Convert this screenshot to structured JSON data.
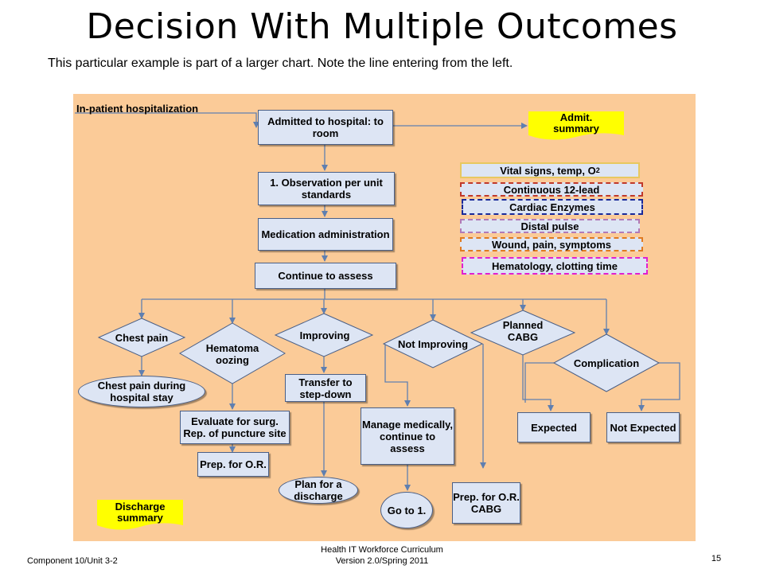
{
  "title": "Decision With Multiple Outcomes",
  "subtitle": "This particular example is part of a larger chart.  Note the line entering from the left.",
  "diagram": {
    "entry_label": "In-patient hospitalization",
    "nodes": {
      "admitted": "Admitted to hospital: to room",
      "observation": "1. Observation per unit standards",
      "medication": "Medication administration",
      "continue_assess": "Continue to assess",
      "chest_pain": "Chest pain",
      "hematoma": "Hematoma oozing",
      "improving": "Improving",
      "not_improving": "Not Improving",
      "planned_cabg": "Planned CABG",
      "complication": "Complication",
      "chest_pain_stay": "Chest pain during hospital stay",
      "evaluate": "Evaluate for surg. Rep. of puncture site",
      "prep_or": "Prep. for O.R.",
      "transfer": "Transfer to step-down",
      "plan_discharge": "Plan for a discharge",
      "manage": "Manage medically, continue to assess",
      "go_to": "Go to 1.",
      "prep_or_cabg": "Prep. for O.R. CABG",
      "expected": "Expected",
      "not_expected": "Not Expected"
    },
    "documents": {
      "admit_summary": "Admit. summary",
      "discharge_summary": "Discharge summary"
    },
    "legend": [
      {
        "label_main": "Vital signs, temp, O",
        "label_sub": "2",
        "border_color": "#e8c860",
        "border_style": "solid"
      },
      {
        "label_main": "Continuous 12-lead",
        "label_sub": "",
        "border_color": "#c0392b",
        "border_style": "dashed"
      },
      {
        "label_main": "Cardiac Enzymes",
        "label_sub": "",
        "border_color": "#1a2a9a",
        "border_style": "dashed"
      },
      {
        "label_main": "Distal pulse",
        "label_sub": "",
        "border_color": "#b07ab8",
        "border_style": "dashed"
      },
      {
        "label_main": "Wound, pain, symptoms",
        "label_sub": "",
        "border_color": "#e07a20",
        "border_style": "dashed"
      },
      {
        "label_main": "Hematology, clotting time",
        "label_sub": "",
        "border_color": "#e020d0",
        "border_style": "dashed"
      }
    ],
    "colors": {
      "background": "#fbcb98",
      "node_fill": "#dde5f4",
      "node_border": "#4a5f86",
      "connector": "#5f7fb0",
      "document_fill": "#ffff00"
    }
  },
  "footer": {
    "left": "Component 10/Unit 3-2",
    "center_line1": "Health IT Workforce Curriculum",
    "center_line2": "Version 2.0/Spring 2011",
    "page_number": "15"
  }
}
